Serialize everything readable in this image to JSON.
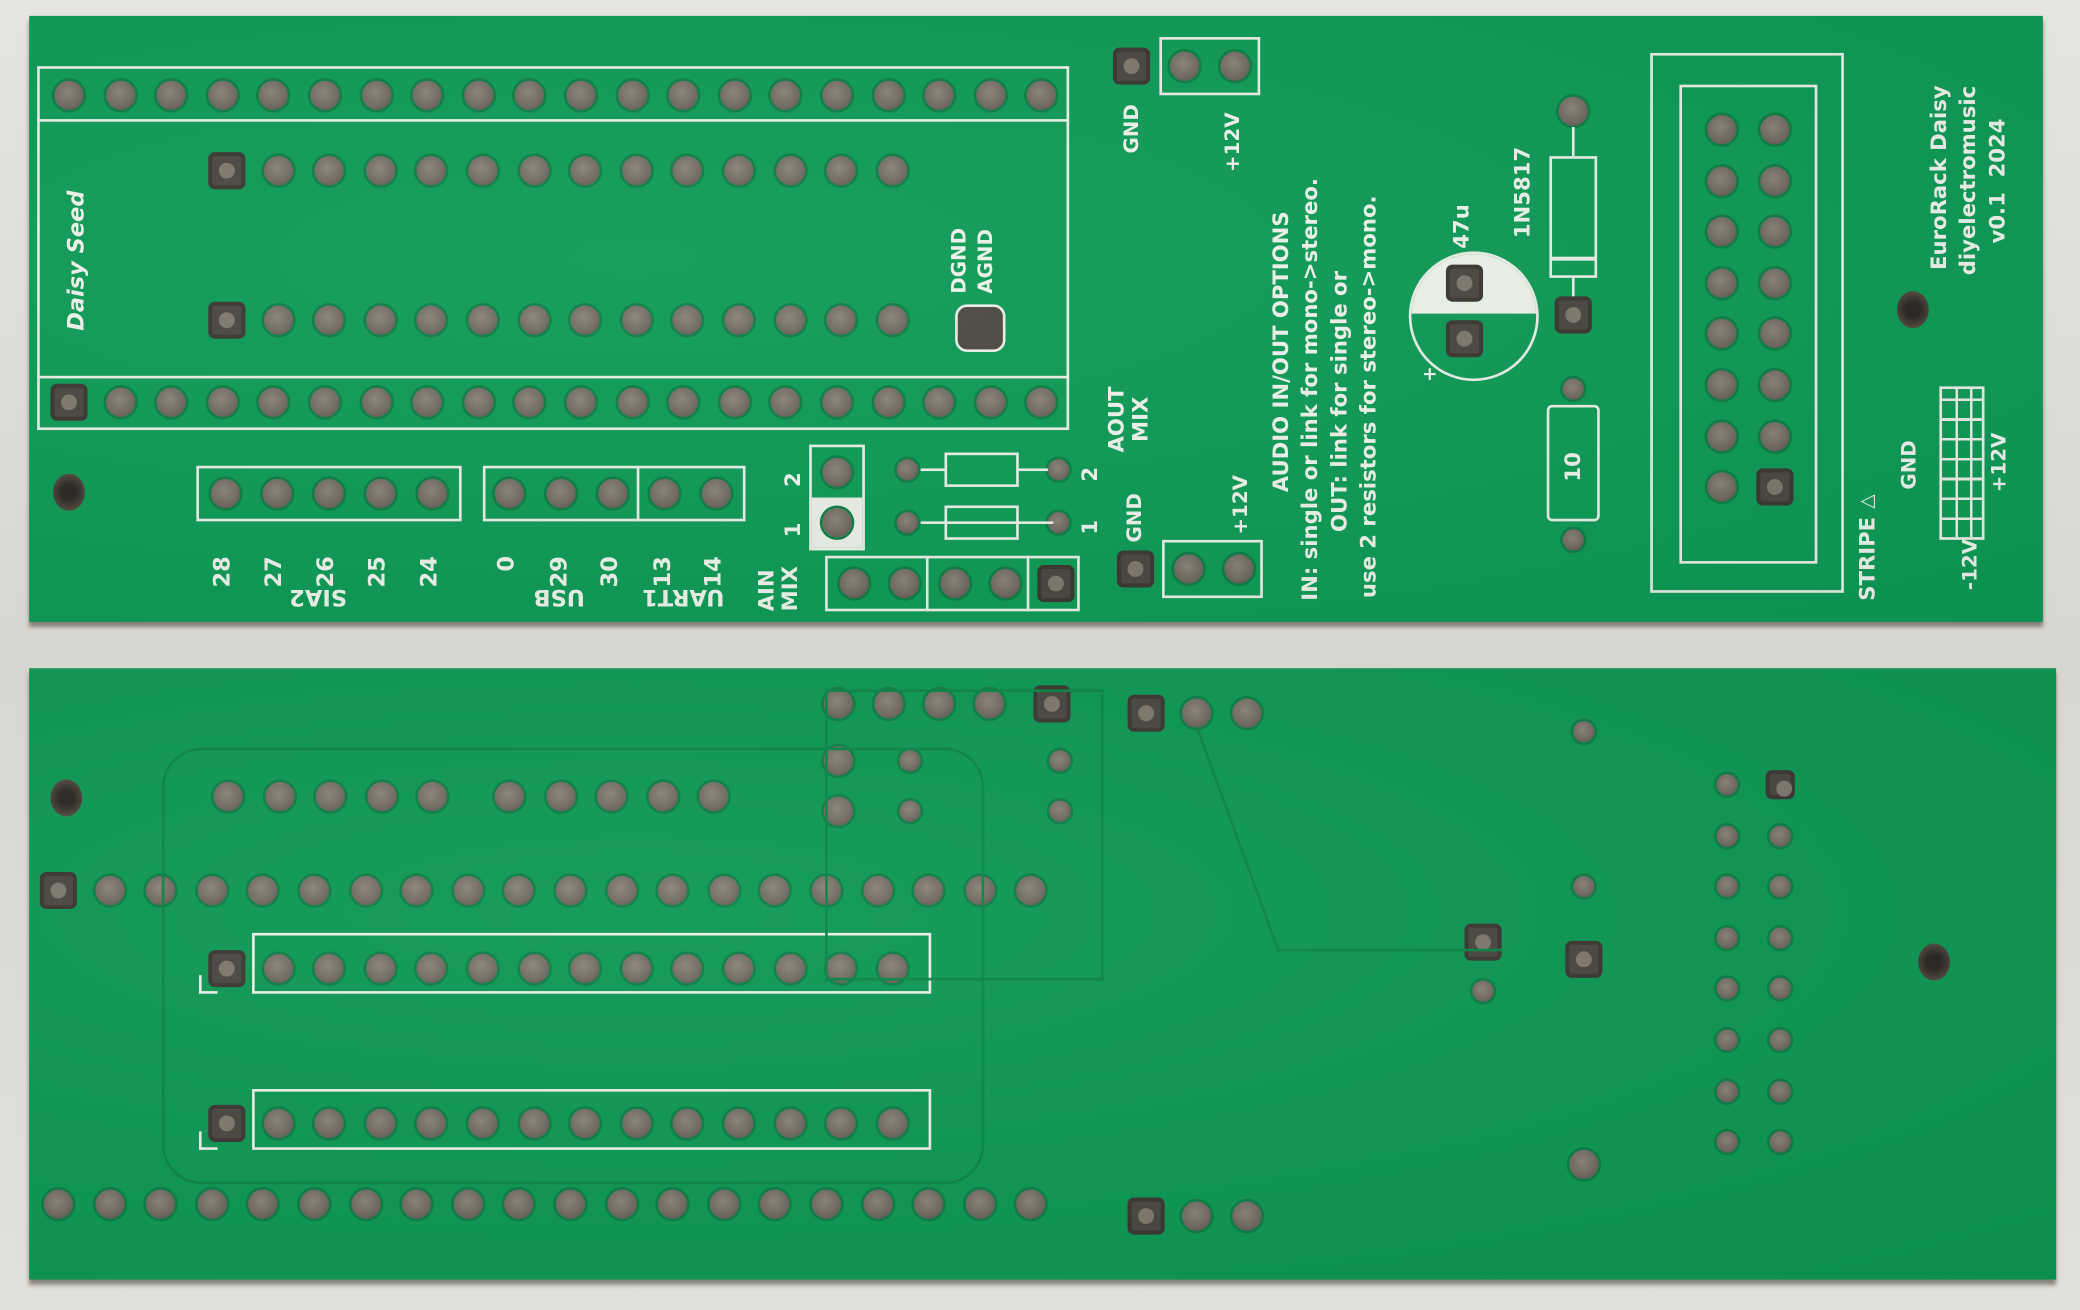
{
  "scene": {
    "description": "Two green Eurorack PCB boards (front and back side) on a white surface",
    "colors": {
      "board": "#0d9a55",
      "silkscreen": "#eef3ea",
      "pad": "#7a7468",
      "background": "#dcdad4"
    }
  },
  "top_board": {
    "module_label": "Daisy Seed",
    "jumper_labels": [
      "DGND",
      "AGND"
    ],
    "power_header_top": {
      "gnd": "GND",
      "plus12": "+12V"
    },
    "power_header_bottom": {
      "gnd": "GND",
      "plus12": "+12V"
    },
    "aout": {
      "label_1": "AOUT",
      "label_2": "MIX",
      "pin1": "1",
      "pin2": "2"
    },
    "ain": {
      "label_1": "AIN",
      "label_2": "MIX",
      "pin1": "1",
      "pin2": "2"
    },
    "sia2": {
      "group": "SIA2",
      "pins": [
        "28",
        "27",
        "26",
        "25",
        "24"
      ]
    },
    "usb": {
      "group": "USB",
      "pins": [
        "0",
        "29",
        "30"
      ]
    },
    "uart1": {
      "group": "UART1",
      "pins": [
        "13",
        "14"
      ]
    },
    "notes": {
      "title": "AUDIO IN/OUT OPTIONS",
      "line_in": "IN: single or link for mono->stereo.",
      "line_out1": "OUT: link for single or",
      "line_out2": "use 2 resistors for stereo->mono."
    },
    "capacitor": {
      "value": "47u",
      "polarity": "+"
    },
    "diode": {
      "part": "1N5817"
    },
    "resistor": {
      "value": "10"
    },
    "eurorack_header": {
      "stripe": "STRIPE",
      "gnd": "GND",
      "plus12": "+12V",
      "minus12": "-12V"
    },
    "branding": {
      "line1": "EuroRack Daisy",
      "line2": "diyelectromusic",
      "line3": "v0.1  2024"
    }
  }
}
